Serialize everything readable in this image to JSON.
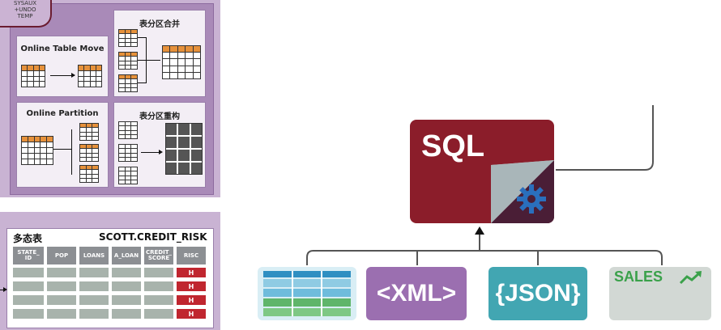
{
  "left_panel": {
    "sysaux_lines": [
      "SYSAUX",
      "+UNDO",
      "TEMP"
    ],
    "panels": {
      "online_table_move": "Online Table Move",
      "partition_merge": "表分区合并",
      "online_partition": "Online  Partition",
      "partition_reorg": "表分区重构"
    },
    "polymorphic_table": {
      "label": "多态表",
      "table_name": "SCOTT.CREDIT_RISK",
      "columns": [
        "STATE_ ID",
        "POP",
        "LOANS",
        "A_LOAN",
        "CREDIT_ SCORE",
        "RISC"
      ],
      "risc_values": [
        "H",
        "H",
        "H",
        "H"
      ]
    }
  },
  "right_diagram": {
    "engine_label": "SQL",
    "sources": {
      "xml": "<XML>",
      "json": "{JSON}",
      "sales": "SALES"
    }
  },
  "colors": {
    "sql_red": "#8b1d2a",
    "xml_purple": "#9b6fb0",
    "json_teal": "#42a6b2",
    "panel_purple": "#a98ab8"
  }
}
